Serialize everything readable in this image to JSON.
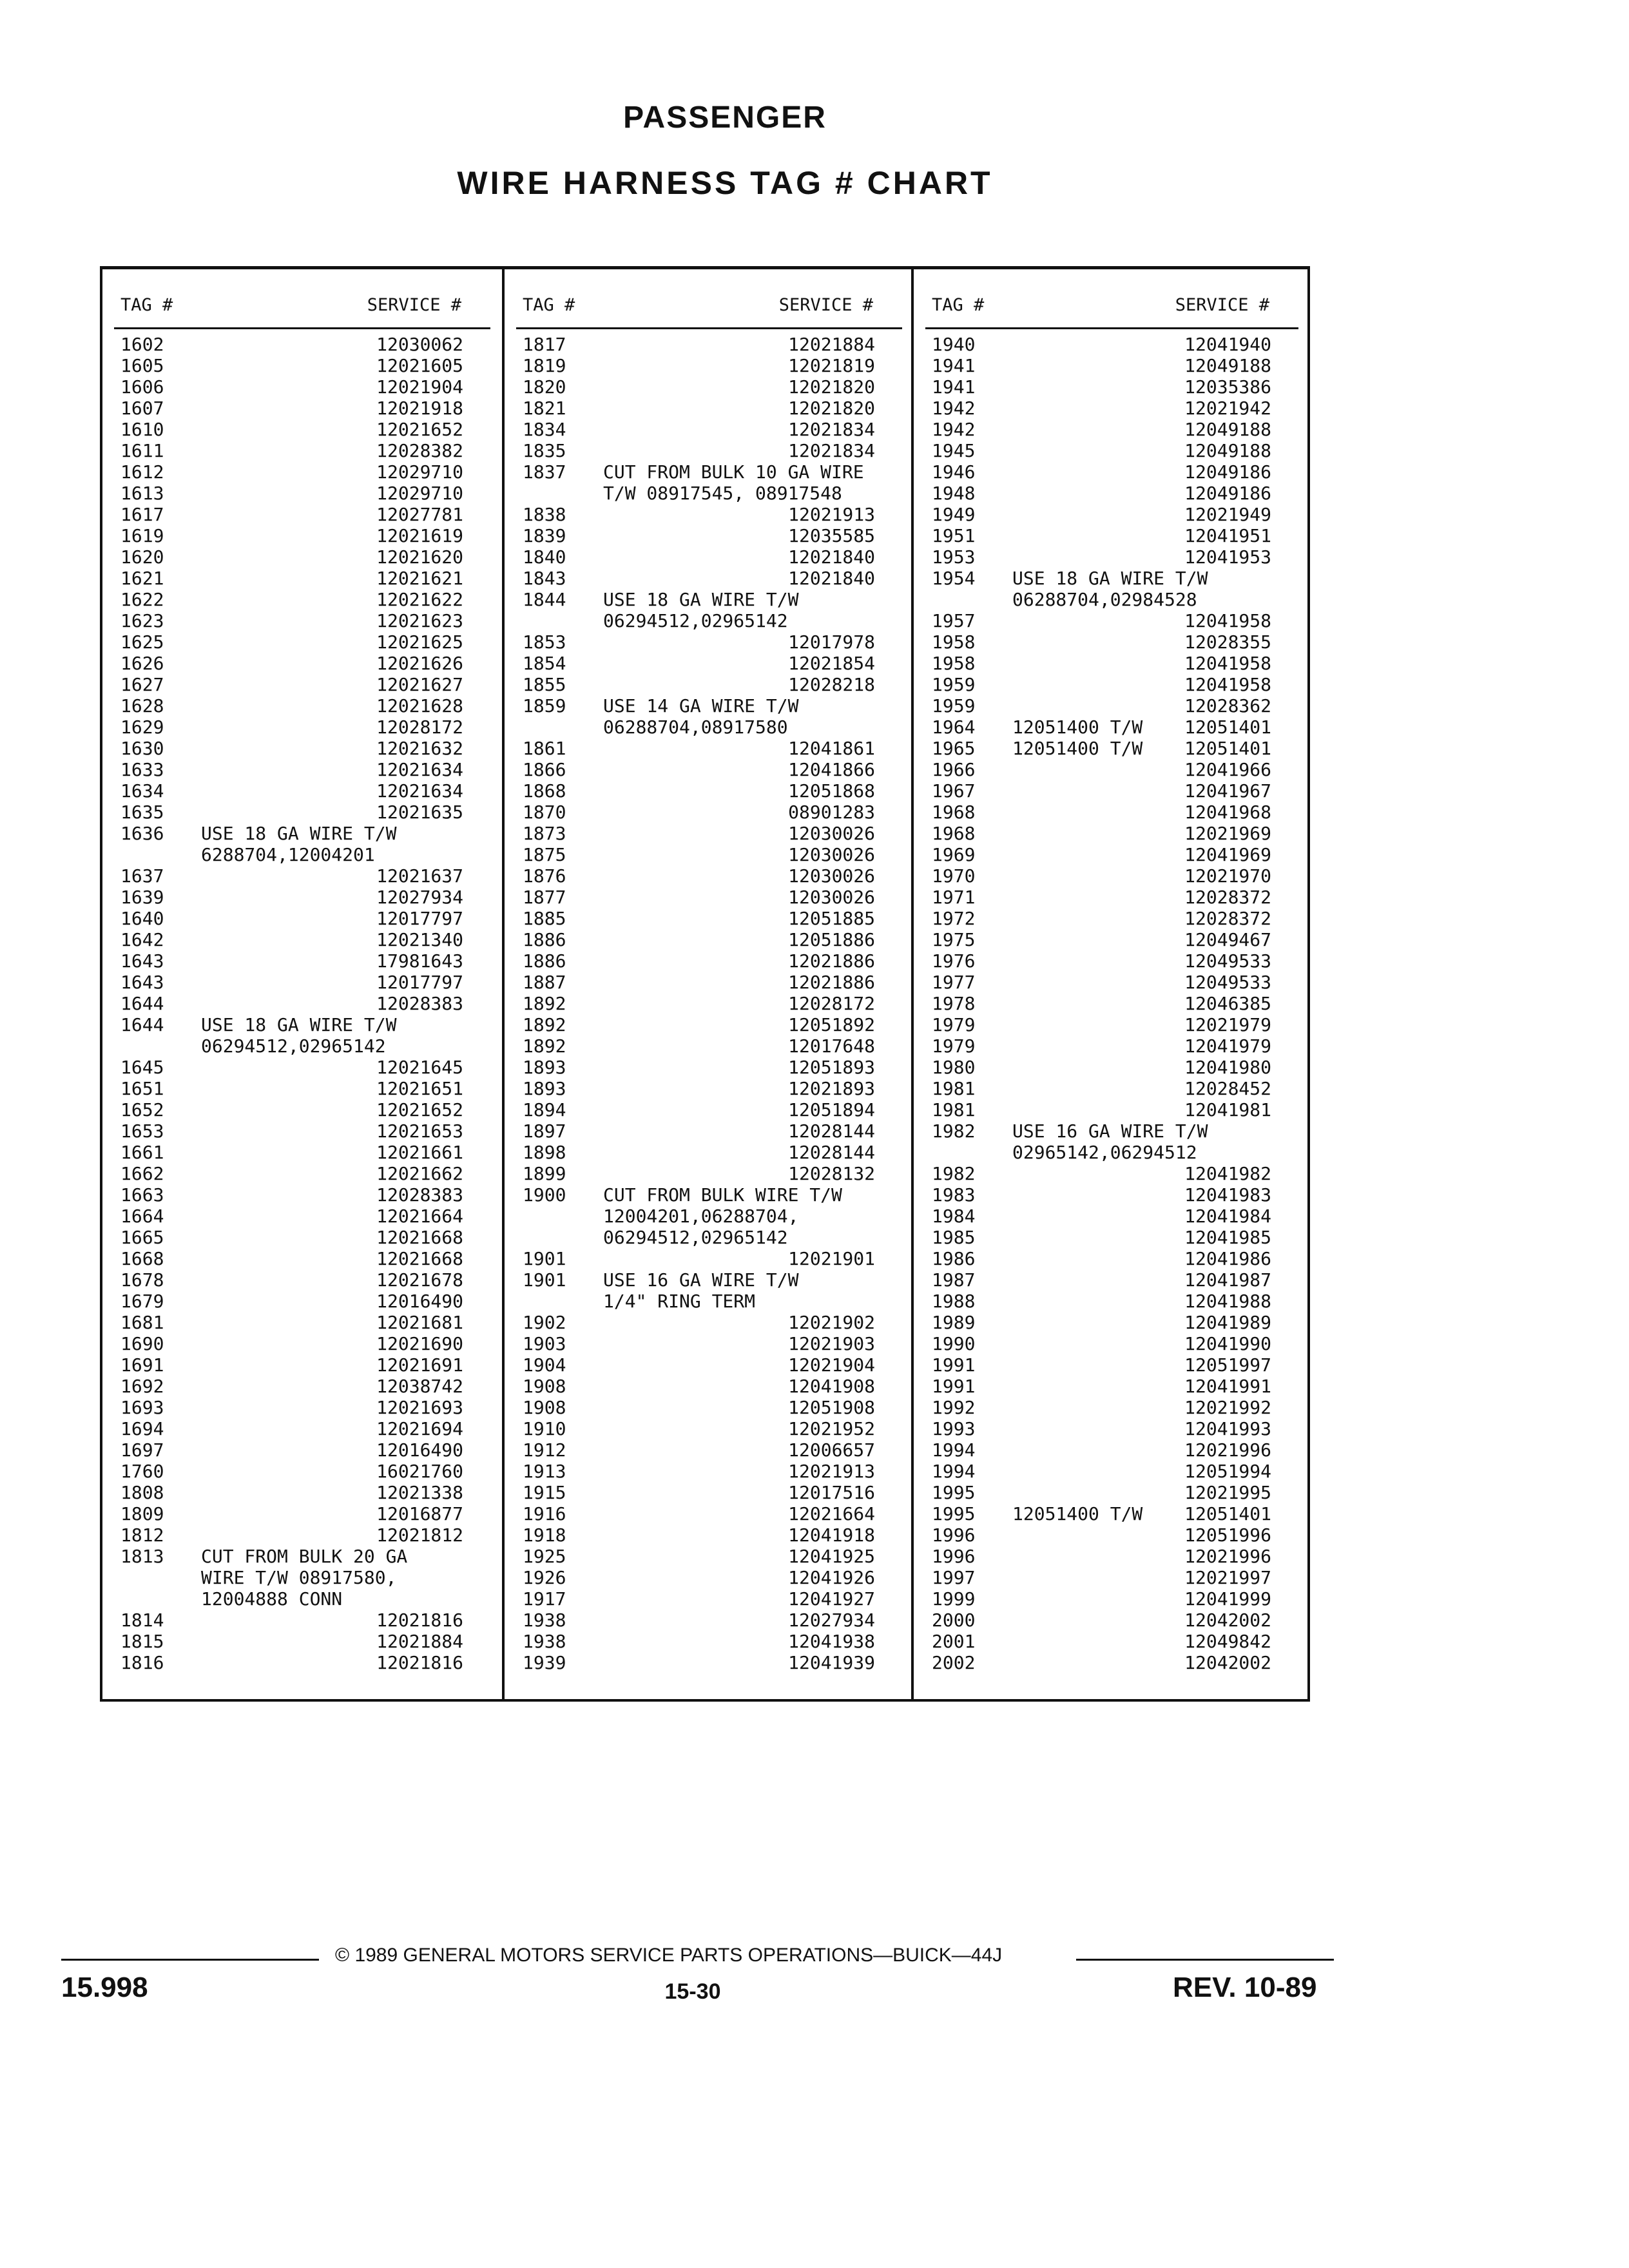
{
  "header": {
    "line1": "PASSENGER",
    "line2": "WIRE HARNESS TAG # CHART"
  },
  "table": {
    "tag_header": "TAG #",
    "service_header": "SERVICE #",
    "columns": [
      [
        [
          "1602",
          "",
          "12030062"
        ],
        [
          "1605",
          "",
          "12021605"
        ],
        [
          "1606",
          "",
          "12021904"
        ],
        [
          "1607",
          "",
          "12021918"
        ],
        [
          "1610",
          "",
          "12021652"
        ],
        [
          "1611",
          "",
          "12028382"
        ],
        [
          "1612",
          "",
          "12029710"
        ],
        [
          "1613",
          "",
          "12029710"
        ],
        [
          "1617",
          "",
          "12027781"
        ],
        [
          "1619",
          "",
          "12021619"
        ],
        [
          "1620",
          "",
          "12021620"
        ],
        [
          "1621",
          "",
          "12021621"
        ],
        [
          "1622",
          "",
          "12021622"
        ],
        [
          "1623",
          "",
          "12021623"
        ],
        [
          "1625",
          "",
          "12021625"
        ],
        [
          "1626",
          "",
          "12021626"
        ],
        [
          "1627",
          "",
          "12021627"
        ],
        [
          "1628",
          "",
          "12021628"
        ],
        [
          "1629",
          "",
          "12028172"
        ],
        [
          "1630",
          "",
          "12021632"
        ],
        [
          "1633",
          "",
          "12021634"
        ],
        [
          "1634",
          "",
          "12021634"
        ],
        [
          "1635",
          "",
          "12021635"
        ],
        [
          "1636",
          "USE 18 GA WIRE T/W",
          ""
        ],
        [
          "",
          "6288704,12004201",
          ""
        ],
        [
          "1637",
          "",
          "12021637"
        ],
        [
          "1639",
          "",
          "12027934"
        ],
        [
          "1640",
          "",
          "12017797"
        ],
        [
          "1642",
          "",
          "12021340"
        ],
        [
          "1643",
          "",
          "17981643"
        ],
        [
          "1643",
          "",
          "12017797"
        ],
        [
          "1644",
          "",
          "12028383"
        ],
        [
          "1644",
          "USE 18 GA WIRE T/W",
          ""
        ],
        [
          "",
          "06294512,02965142",
          ""
        ],
        [
          "1645",
          "",
          "12021645"
        ],
        [
          "1651",
          "",
          "12021651"
        ],
        [
          "1652",
          "",
          "12021652"
        ],
        [
          "1653",
          "",
          "12021653"
        ],
        [
          "1661",
          "",
          "12021661"
        ],
        [
          "1662",
          "",
          "12021662"
        ],
        [
          "1663",
          "",
          "12028383"
        ],
        [
          "1664",
          "",
          "12021664"
        ],
        [
          "1665",
          "",
          "12021668"
        ],
        [
          "1668",
          "",
          "12021668"
        ],
        [
          "1678",
          "",
          "12021678"
        ],
        [
          "1679",
          "",
          "12016490"
        ],
        [
          "1681",
          "",
          "12021681"
        ],
        [
          "1690",
          "",
          "12021690"
        ],
        [
          "1691",
          "",
          "12021691"
        ],
        [
          "1692",
          "",
          "12038742"
        ],
        [
          "1693",
          "",
          "12021693"
        ],
        [
          "1694",
          "",
          "12021694"
        ],
        [
          "1697",
          "",
          "12016490"
        ],
        [
          "1760",
          "",
          "16021760"
        ],
        [
          "1808",
          "",
          "12021338"
        ],
        [
          "1809",
          "",
          "12016877"
        ],
        [
          "1812",
          "",
          "12021812"
        ],
        [
          "1813",
          "CUT FROM BULK 20 GA",
          ""
        ],
        [
          "",
          "WIRE T/W 08917580,",
          ""
        ],
        [
          "",
          "12004888 CONN",
          ""
        ],
        [
          "1814",
          "",
          "12021816"
        ],
        [
          "1815",
          "",
          "12021884"
        ],
        [
          "1816",
          "",
          "12021816"
        ]
      ],
      [
        [
          "1817",
          "",
          "12021884"
        ],
        [
          "1819",
          "",
          "12021819"
        ],
        [
          "1820",
          "",
          "12021820"
        ],
        [
          "1821",
          "",
          "12021820"
        ],
        [
          "1834",
          "",
          "12021834"
        ],
        [
          "1835",
          "",
          "12021834"
        ],
        [
          "1837",
          "CUT FROM BULK 10 GA WIRE",
          ""
        ],
        [
          "",
          "T/W 08917545, 08917548",
          ""
        ],
        [
          "1838",
          "",
          "12021913"
        ],
        [
          "1839",
          "",
          "12035585"
        ],
        [
          "1840",
          "",
          "12021840"
        ],
        [
          "1843",
          "",
          "12021840"
        ],
        [
          "1844",
          "USE 18 GA WIRE T/W",
          ""
        ],
        [
          "",
          "06294512,02965142",
          ""
        ],
        [
          "1853",
          "",
          "12017978"
        ],
        [
          "1854",
          "",
          "12021854"
        ],
        [
          "1855",
          "",
          "12028218"
        ],
        [
          "1859",
          "USE 14 GA WIRE T/W",
          ""
        ],
        [
          "",
          "06288704,08917580",
          ""
        ],
        [
          "1861",
          "",
          "12041861"
        ],
        [
          "1866",
          "",
          "12041866"
        ],
        [
          "1868",
          "",
          "12051868"
        ],
        [
          "1870",
          "",
          "08901283"
        ],
        [
          "1873",
          "",
          "12030026"
        ],
        [
          "1875",
          "",
          "12030026"
        ],
        [
          "1876",
          "",
          "12030026"
        ],
        [
          "1877",
          "",
          "12030026"
        ],
        [
          "1885",
          "",
          "12051885"
        ],
        [
          "1886",
          "",
          "12051886"
        ],
        [
          "1886",
          "",
          "12021886"
        ],
        [
          "1887",
          "",
          "12021886"
        ],
        [
          "1892",
          "",
          "12028172"
        ],
        [
          "1892",
          "",
          "12051892"
        ],
        [
          "1892",
          "",
          "12017648"
        ],
        [
          "1893",
          "",
          "12051893"
        ],
        [
          "1893",
          "",
          "12021893"
        ],
        [
          "1894",
          "",
          "12051894"
        ],
        [
          "1897",
          "",
          "12028144"
        ],
        [
          "1898",
          "",
          "12028144"
        ],
        [
          "1899",
          "",
          "12028132"
        ],
        [
          "1900",
          "CUT FROM BULK WIRE T/W",
          ""
        ],
        [
          "",
          "12004201,06288704,",
          ""
        ],
        [
          "",
          "06294512,02965142",
          ""
        ],
        [
          "1901",
          "",
          "12021901"
        ],
        [
          "1901",
          "USE 16 GA WIRE T/W",
          ""
        ],
        [
          "",
          "1/4\" RING TERM",
          ""
        ],
        [
          "1902",
          "",
          "12021902"
        ],
        [
          "1903",
          "",
          "12021903"
        ],
        [
          "1904",
          "",
          "12021904"
        ],
        [
          "1908",
          "",
          "12041908"
        ],
        [
          "1908",
          "",
          "12051908"
        ],
        [
          "1910",
          "",
          "12021952"
        ],
        [
          "1912",
          "",
          "12006657"
        ],
        [
          "1913",
          "",
          "12021913"
        ],
        [
          "1915",
          "",
          "12017516"
        ],
        [
          "1916",
          "",
          "12021664"
        ],
        [
          "1918",
          "",
          "12041918"
        ],
        [
          "1925",
          "",
          "12041925"
        ],
        [
          "1926",
          "",
          "12041926"
        ],
        [
          "1917",
          "",
          "12041927"
        ],
        [
          "1938",
          "",
          "12027934"
        ],
        [
          "1938",
          "",
          "12041938"
        ],
        [
          "1939",
          "",
          "12041939"
        ]
      ],
      [
        [
          "1940",
          "",
          "12041940"
        ],
        [
          "1941",
          "",
          "12049188"
        ],
        [
          "1941",
          "",
          "12035386"
        ],
        [
          "1942",
          "",
          "12021942"
        ],
        [
          "1942",
          "",
          "12049188"
        ],
        [
          "1945",
          "",
          "12049188"
        ],
        [
          "1946",
          "",
          "12049186"
        ],
        [
          "1948",
          "",
          "12049186"
        ],
        [
          "1949",
          "",
          "12021949"
        ],
        [
          "1951",
          "",
          "12041951"
        ],
        [
          "1953",
          "",
          "12041953"
        ],
        [
          "1954",
          "USE 18 GA WIRE T/W",
          ""
        ],
        [
          "",
          "06288704,02984528",
          ""
        ],
        [
          "1957",
          "",
          "12041958"
        ],
        [
          "1958",
          "",
          "12028355"
        ],
        [
          "1958",
          "",
          "12041958"
        ],
        [
          "1959",
          "",
          "12041958"
        ],
        [
          "1959",
          "",
          "12028362"
        ],
        [
          "1964",
          "12051400 T/W",
          "12051401"
        ],
        [
          "1965",
          "12051400 T/W",
          "12051401"
        ],
        [
          "1966",
          "",
          "12041966"
        ],
        [
          "1967",
          "",
          "12041967"
        ],
        [
          "1968",
          "",
          "12041968"
        ],
        [
          "1968",
          "",
          "12021969"
        ],
        [
          "1969",
          "",
          "12041969"
        ],
        [
          "1970",
          "",
          "12021970"
        ],
        [
          "1971",
          "",
          "12028372"
        ],
        [
          "1972",
          "",
          "12028372"
        ],
        [
          "1975",
          "",
          "12049467"
        ],
        [
          "1976",
          "",
          "12049533"
        ],
        [
          "1977",
          "",
          "12049533"
        ],
        [
          "1978",
          "",
          "12046385"
        ],
        [
          "1979",
          "",
          "12021979"
        ],
        [
          "1979",
          "",
          "12041979"
        ],
        [
          "1980",
          "",
          "12041980"
        ],
        [
          "1981",
          "",
          "12028452"
        ],
        [
          "1981",
          "",
          "12041981"
        ],
        [
          "1982",
          "USE 16 GA WIRE T/W",
          ""
        ],
        [
          "",
          "02965142,06294512",
          ""
        ],
        [
          "1982",
          "",
          "12041982"
        ],
        [
          "1983",
          "",
          "12041983"
        ],
        [
          "1984",
          "",
          "12041984"
        ],
        [
          "1985",
          "",
          "12041985"
        ],
        [
          "1986",
          "",
          "12041986"
        ],
        [
          "1987",
          "",
          "12041987"
        ],
        [
          "1988",
          "",
          "12041988"
        ],
        [
          "1989",
          "",
          "12041989"
        ],
        [
          "1990",
          "",
          "12041990"
        ],
        [
          "1991",
          "",
          "12051997"
        ],
        [
          "1991",
          "",
          "12041991"
        ],
        [
          "1992",
          "",
          "12021992"
        ],
        [
          "1993",
          "",
          "12041993"
        ],
        [
          "1994",
          "",
          "12021996"
        ],
        [
          "1994",
          "",
          "12051994"
        ],
        [
          "1995",
          "",
          "12021995"
        ],
        [
          "1995",
          "12051400 T/W",
          "12051401"
        ],
        [
          "1996",
          "",
          "12051996"
        ],
        [
          "1996",
          "",
          "12021996"
        ],
        [
          "1997",
          "",
          "12021997"
        ],
        [
          "1999",
          "",
          "12041999"
        ],
        [
          "2000",
          "",
          "12042002"
        ],
        [
          "2001",
          "",
          "12049842"
        ],
        [
          "2002",
          "",
          "12042002"
        ]
      ]
    ]
  },
  "footer": {
    "copyright": "© 1989 GENERAL MOTORS SERVICE PARTS OPERATIONS—BUICK—44J",
    "page_number": "15-30",
    "section": "15.998",
    "revision": "REV. 10-89"
  }
}
